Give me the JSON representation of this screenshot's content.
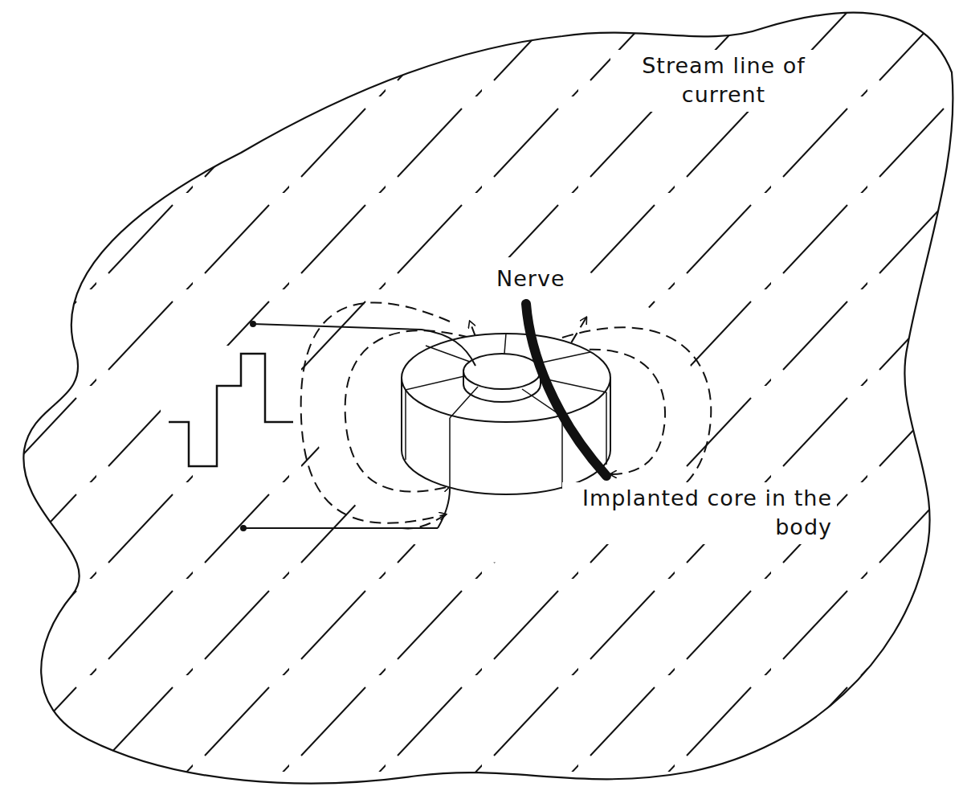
{
  "diagram": {
    "labels": [
      "Stream line of current",
      "Nerve",
      "Implanted core in the body"
    ]
  }
}
